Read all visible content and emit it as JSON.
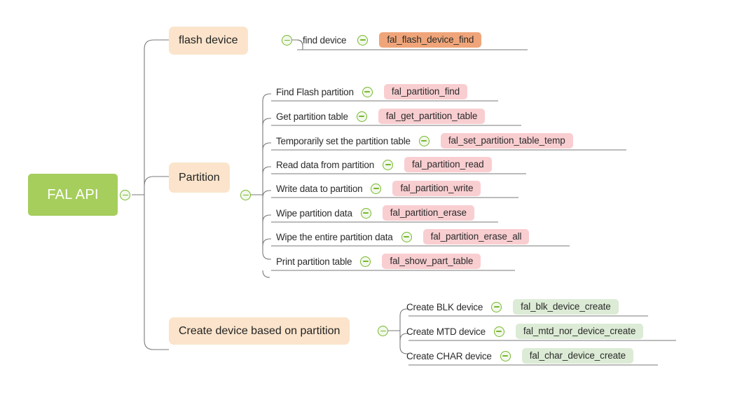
{
  "diagram": {
    "type": "mindmap",
    "root": {
      "label": "FAL API",
      "color": "#a6ce5c",
      "text_color": "#ffffff",
      "toggle_icon": "collapse-minus-icon"
    },
    "branch_color": "#fbe4cb",
    "badge_colors": {
      "orange": "#efa579",
      "pink": "#f9ced1",
      "green": "#dcebd5"
    },
    "connector_color": "#7a7a7a",
    "toggle_icon_color": "#76b82a",
    "branches": [
      {
        "label": "flash device",
        "badge_style": "orange",
        "children": [
          {
            "label": "find device",
            "api": "fal_flash_device_find"
          }
        ]
      },
      {
        "label": "Partition",
        "badge_style": "pink",
        "children": [
          {
            "label": "Find Flash partition",
            "api": "fal_partition_find"
          },
          {
            "label": "Get partition table",
            "api": "fal_get_partition_table"
          },
          {
            "label": "Temporarily set the partition table",
            "api": "fal_set_partition_table_temp"
          },
          {
            "label": "Read data from partition",
            "api": "fal_partition_read"
          },
          {
            "label": "Write data to partition",
            "api": "fal_partition_write"
          },
          {
            "label": "Wipe partition data",
            "api": "fal_partition_erase"
          },
          {
            "label": "Wipe the entire partition data",
            "api": "fal_partition_erase_all"
          },
          {
            "label": "Print partition table",
            "api": "fal_show_part_table"
          }
        ]
      },
      {
        "label": "Create device based on partition",
        "badge_style": "green",
        "children": [
          {
            "label": "Create BLK device",
            "api": "fal_blk_device_create"
          },
          {
            "label": "Create MTD device",
            "api": "fal_mtd_nor_device_create"
          },
          {
            "label": "Create CHAR device",
            "api": "fal_char_device_create"
          }
        ]
      }
    ]
  }
}
